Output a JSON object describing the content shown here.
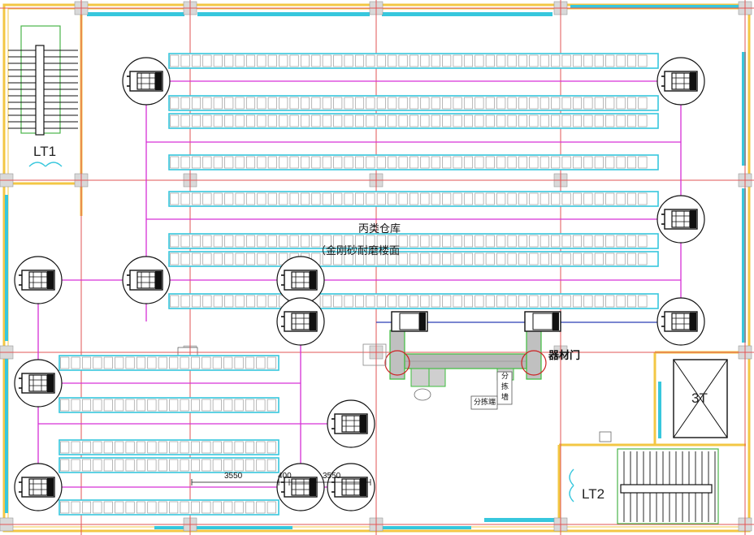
{
  "labels": {
    "lt1": "LT1",
    "lt2": "LT2",
    "warehouse": "丙类仓库",
    "floor_note": "（金刚砂耐磨楼面",
    "door": "器材门",
    "elevator": "3T",
    "dim_a": "3550",
    "dim_b": "400",
    "dim_c": "3550",
    "small_1": "分",
    "small_2": "拣",
    "small_3": "墙",
    "small_4": "分拣端"
  },
  "colors": {
    "wall_yellow": "#f3c744",
    "grid_red": "#e25555",
    "route_magenta": "#d630d6",
    "rack_cyan": "#37c7dd",
    "rack_grey": "#bcbcbc",
    "conveyor_green": "#3ebd3e",
    "conveyor_grey": "#b8b8b8",
    "blue_line": "#2a3db5",
    "stair_green": "#49b34a"
  },
  "icons": {
    "forklift": "forklift-icon",
    "elevator": "elevator-shaft-icon",
    "door": "door-swing-icon",
    "stair": "staircase-icon"
  }
}
